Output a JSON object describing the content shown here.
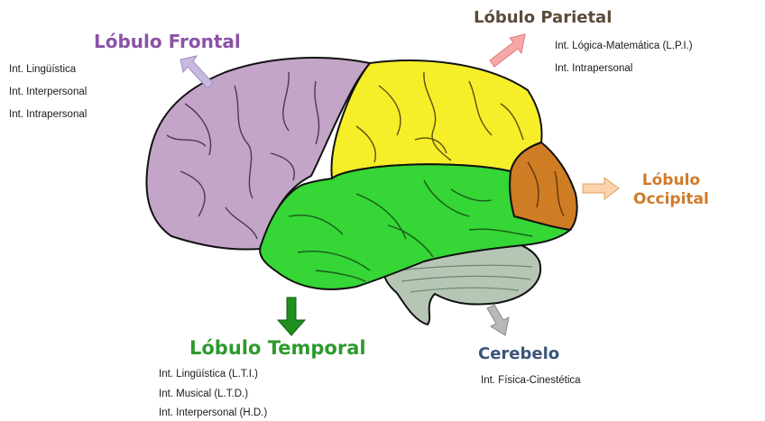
{
  "lobes": {
    "frontal": {
      "title": "Lóbulo Frontal",
      "color": "#8c52a5",
      "fill": "#c3a5c8",
      "items": [
        "Int. Lingüística",
        "Int. Interpersonal",
        "Int. Intrapersonal"
      ]
    },
    "parietal": {
      "title": "Lóbulo Parietal",
      "color": "#5a4a3a",
      "fill": "#f5ee28",
      "items": [
        "Int. Lógica-Matemática (L.P.I.)",
        "Int. Intrapersonal"
      ]
    },
    "occipital": {
      "title_line1": "Lóbulo",
      "title_line2": "Occipital",
      "color": "#d07a2a",
      "fill": "#cf7d24"
    },
    "temporal": {
      "title": "Lóbulo Temporal",
      "color": "#2e9a2e",
      "fill": "#35d635",
      "items": [
        "Int. Lingüística (L.T.I.)",
        "Int. Musical (L.T.D.)",
        "Int. Interpersonal (H.D.)"
      ]
    },
    "cerebelo": {
      "title": "Cerebelo",
      "color": "#3a5578",
      "fill": "#b5c6b5",
      "items": [
        "Int. Física-Cinestética"
      ]
    }
  }
}
